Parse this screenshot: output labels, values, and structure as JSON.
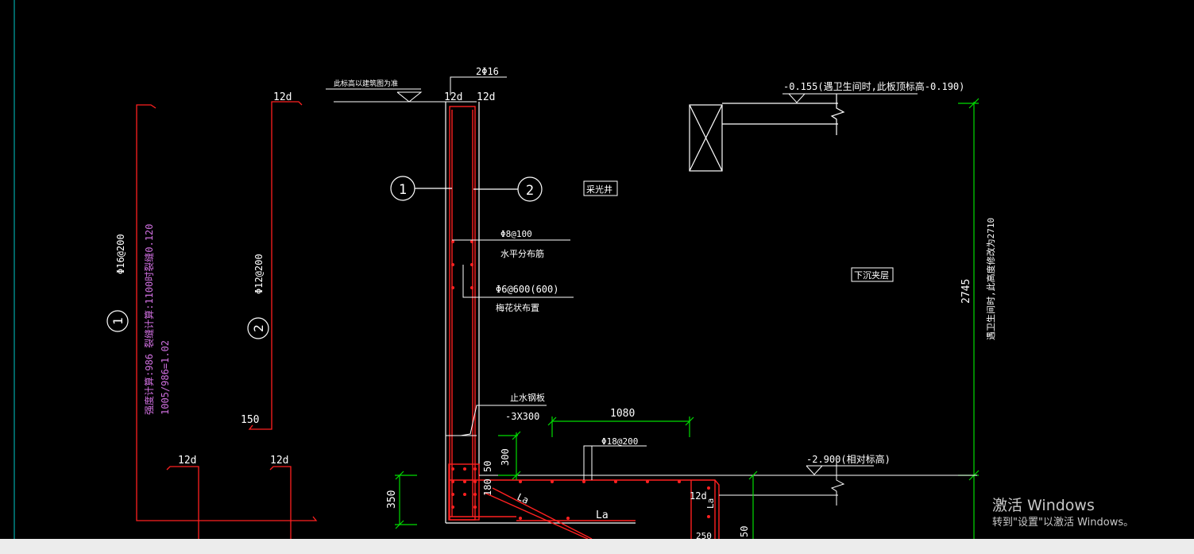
{
  "labels": {
    "ground_note": "此标高以建筑图为准",
    "top_bar": "2Φ16",
    "hook_12d": "12d",
    "callout_1": "1",
    "callout_2": "2",
    "skylight_well": "采光井",
    "horiz_rebar": "Φ8@100",
    "horiz_rebar_note": "水平分布筋",
    "tie_rebar": "Φ6@600(600)",
    "tie_rebar_note": "梅花状布置",
    "basement_floor": "下沉夹层",
    "elev_top": "-0.155(遇卫生间时,此板顶标高-0.190)",
    "dim_height": "2745",
    "dim_height_note": "遇卫生间时,此高度修改为2710",
    "waterstop": "止水钢板",
    "waterstop_size": "-3X300",
    "dim_1080": "1080",
    "slab_rebar": "Φ18@200",
    "elev_bottom": "-2.900(相对标高)",
    "dim_50": "50",
    "dim_300": "300",
    "dim_180": "180",
    "dim_350": "350",
    "dim_150": "150",
    "dim_250": "250",
    "la": "La",
    "bar1_spec": "Φ16@200",
    "bar1_calc_a": "强度计算:986  裂缝计算:1100时裂缝0.120",
    "bar1_calc_b": "1005/986=1.02",
    "bar2_spec": "Φ12@200"
  },
  "watermark": {
    "title": "激活 Windows",
    "subtitle": "转到\"设置\"以激活 Windows。"
  },
  "colors": {
    "background": "#000000",
    "line_white": "#ffffff",
    "rebar_red": "#ff2020",
    "dimension_green": "#00dd00",
    "annotation_magenta": "#d070e0",
    "axis_cyan": "#00c8c8"
  }
}
